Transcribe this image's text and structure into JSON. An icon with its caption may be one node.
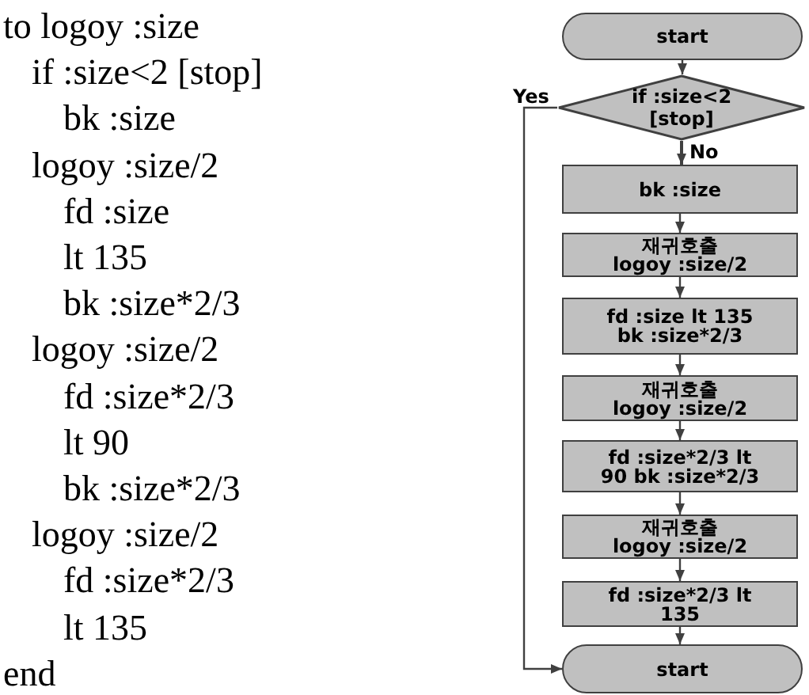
{
  "diagram": {
    "nodes": [
      {
        "text": [
          "start"
        ]
      },
      {
        "text": [
          "if :size<2 [stop]"
        ]
      },
      {
        "text": [
          "bk :size"
        ]
      },
      {
        "text": [
          "재귀호출",
          "logoy :size/2"
        ]
      },
      {
        "text": [
          "fd :size lt 135 bk :size*2/3"
        ]
      },
      {
        "text": [
          "재귀호출",
          "logoy :size/2"
        ]
      },
      {
        "text": [
          "fd :size*2/3 lt 90 bk :size*2/3"
        ]
      },
      {
        "text": [
          "재귀호출",
          "logoy :size/2"
        ]
      },
      {
        "text": [
          "fd :size*2/3 lt 135"
        ]
      },
      {
        "text": [
          "start"
        ]
      }
    ],
    "edges": [
      {
        "from": 0,
        "to": 1,
        "arrow": "to"
      },
      {
        "from": 1,
        "to": 2,
        "arrow": "to",
        "label": "No"
      },
      {
        "from": 2,
        "to": 3,
        "arrow": "to"
      },
      {
        "from": 3,
        "to": 4,
        "arrow": "to"
      },
      {
        "from": 4,
        "to": 5,
        "arrow": "to"
      },
      {
        "from": 5,
        "to": 6,
        "arrow": "to"
      },
      {
        "from": 6,
        "to": 7,
        "arrow": "to"
      },
      {
        "from": 7,
        "to": 8,
        "arrow": "to"
      },
      {
        "from": 8,
        "to": 9,
        "arrow": "to"
      },
      {
        "from": 1,
        "to": 9,
        "arrow": "to",
        "label": "Yes"
      }
    ],
    "labels": [
      "to logoy :size",
      "if :size<2 [stop]",
      "bk :size",
      "logoy :size/2",
      "fd :size",
      "lt 135",
      "bk :size*2/3",
      "logoy :size/2",
      "fd :size*2/3",
      "lt 90",
      "bk :size*2/3",
      "logoy :size/2",
      "fd :size*2/3",
      "lt 135",
      "end"
    ]
  }
}
